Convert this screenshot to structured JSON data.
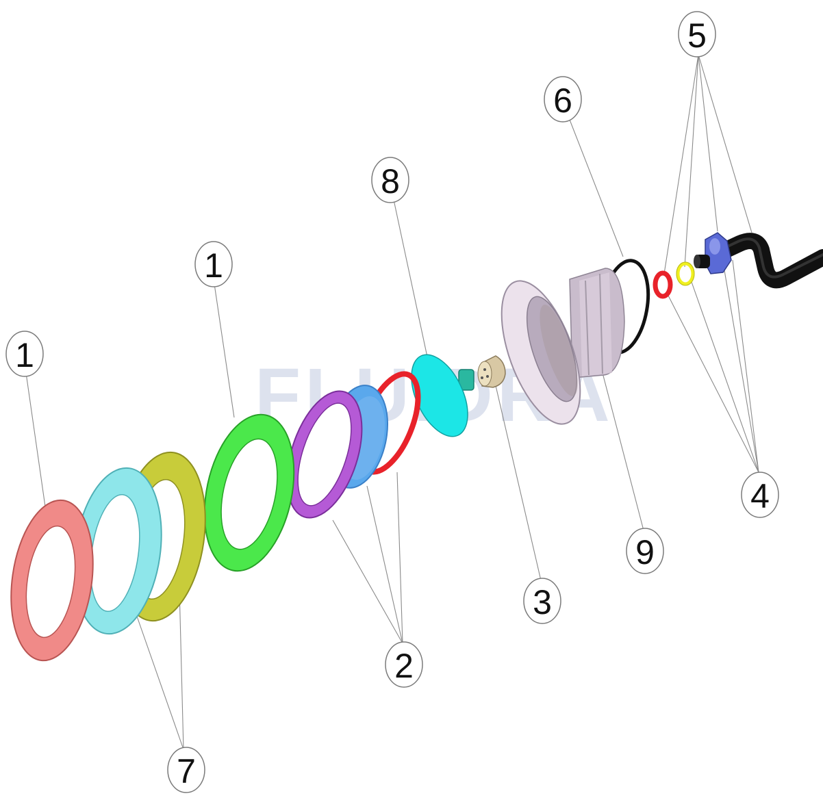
{
  "watermark": "FLUIDRA",
  "colors": {
    "trim_ring_coral": "#f08a88",
    "trim_ring_cyan": "#8ee6ea",
    "trim_ring_yellow": "#c8cc3a",
    "trim_ring_green": "#4be84b",
    "nut_purple": "#b55ad6",
    "lens_blue": "#5aa8ec",
    "oring_red": "#e8222a",
    "lamp_cyan": "#1ce6e6",
    "connector_beige": "#d8c8a4",
    "housing_lavender": "#e4d4e4",
    "gasket_black": "#111111",
    "washer_red": "#e8222a",
    "washer_yellow": "#f0f020",
    "gland_blue": "#5a6ad6",
    "cable_black": "#111111"
  },
  "callouts": [
    {
      "id": "c1a",
      "label": "1"
    },
    {
      "id": "c1b",
      "label": "1"
    },
    {
      "id": "c8",
      "label": "8"
    },
    {
      "id": "c6",
      "label": "6"
    },
    {
      "id": "c5",
      "label": "5"
    },
    {
      "id": "c4",
      "label": "4"
    },
    {
      "id": "c9",
      "label": "9"
    },
    {
      "id": "c3",
      "label": "3"
    },
    {
      "id": "c2",
      "label": "2"
    },
    {
      "id": "c7",
      "label": "7"
    }
  ]
}
